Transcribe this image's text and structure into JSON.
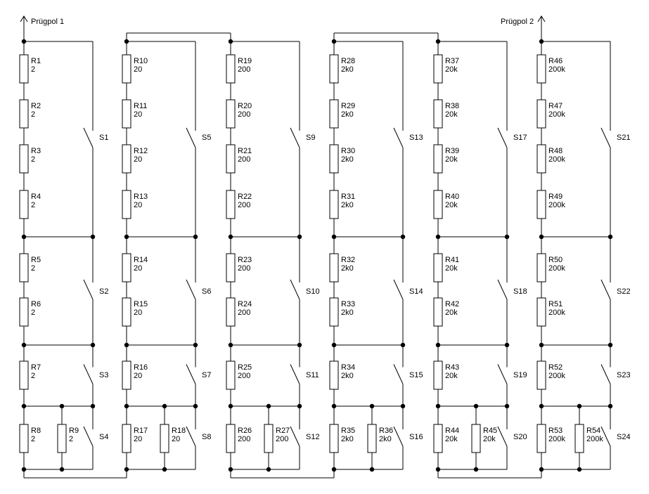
{
  "terminals": {
    "left": "Prügpol 1",
    "right": "Prügpol 2"
  },
  "columns": [
    {
      "resistors": [
        {
          "ref": "R1",
          "value": "2"
        },
        {
          "ref": "R2",
          "value": "2"
        },
        {
          "ref": "R3",
          "value": "2"
        },
        {
          "ref": "R4",
          "value": "2"
        },
        {
          "ref": "R5",
          "value": "2"
        },
        {
          "ref": "R6",
          "value": "2"
        },
        {
          "ref": "R7",
          "value": "2"
        },
        {
          "ref": "R8",
          "value": "2"
        }
      ],
      "parallel": {
        "ref": "R9",
        "value": "2"
      },
      "switches": [
        "S1",
        "S2",
        "S3",
        "S4"
      ]
    },
    {
      "resistors": [
        {
          "ref": "R10",
          "value": "20"
        },
        {
          "ref": "R11",
          "value": "20"
        },
        {
          "ref": "R12",
          "value": "20"
        },
        {
          "ref": "R13",
          "value": "20"
        },
        {
          "ref": "R14",
          "value": "20"
        },
        {
          "ref": "R15",
          "value": "20"
        },
        {
          "ref": "R16",
          "value": "20"
        },
        {
          "ref": "R17",
          "value": "20"
        }
      ],
      "parallel": {
        "ref": "R18",
        "value": "20"
      },
      "switches": [
        "S5",
        "S6",
        "S7",
        "S8"
      ]
    },
    {
      "resistors": [
        {
          "ref": "R19",
          "value": "200"
        },
        {
          "ref": "R20",
          "value": "200"
        },
        {
          "ref": "R21",
          "value": "200"
        },
        {
          "ref": "R22",
          "value": "200"
        },
        {
          "ref": "R23",
          "value": "200"
        },
        {
          "ref": "R24",
          "value": "200"
        },
        {
          "ref": "R25",
          "value": "200"
        },
        {
          "ref": "R26",
          "value": "200"
        }
      ],
      "parallel": {
        "ref": "R27",
        "value": "200"
      },
      "switches": [
        "S9",
        "S10",
        "S11",
        "S12"
      ]
    },
    {
      "resistors": [
        {
          "ref": "R28",
          "value": "2k0"
        },
        {
          "ref": "R29",
          "value": "2k0"
        },
        {
          "ref": "R30",
          "value": "2k0"
        },
        {
          "ref": "R31",
          "value": "2k0"
        },
        {
          "ref": "R32",
          "value": "2k0"
        },
        {
          "ref": "R33",
          "value": "2k0"
        },
        {
          "ref": "R34",
          "value": "2k0"
        },
        {
          "ref": "R35",
          "value": "2k0"
        }
      ],
      "parallel": {
        "ref": "R36",
        "value": "2k0"
      },
      "switches": [
        "S13",
        "S14",
        "S15",
        "S16"
      ]
    },
    {
      "resistors": [
        {
          "ref": "R37",
          "value": "20k"
        },
        {
          "ref": "R38",
          "value": "20k"
        },
        {
          "ref": "R39",
          "value": "20k"
        },
        {
          "ref": "R40",
          "value": "20k"
        },
        {
          "ref": "R41",
          "value": "20k"
        },
        {
          "ref": "R42",
          "value": "20k"
        },
        {
          "ref": "R43",
          "value": "20k"
        },
        {
          "ref": "R44",
          "value": "20k"
        }
      ],
      "parallel": {
        "ref": "R45",
        "value": "20k"
      },
      "switches": [
        "S17",
        "S18",
        "S19",
        "S20"
      ]
    },
    {
      "resistors": [
        {
          "ref": "R46",
          "value": "200k"
        },
        {
          "ref": "R47",
          "value": "200k"
        },
        {
          "ref": "R48",
          "value": "200k"
        },
        {
          "ref": "R49",
          "value": "200k"
        },
        {
          "ref": "R50",
          "value": "200k"
        },
        {
          "ref": "R51",
          "value": "200k"
        },
        {
          "ref": "R52",
          "value": "200k"
        },
        {
          "ref": "R53",
          "value": "200k"
        }
      ],
      "parallel": {
        "ref": "R54",
        "value": "200k"
      },
      "switches": [
        "S21",
        "S22",
        "S23",
        "S24"
      ]
    }
  ]
}
